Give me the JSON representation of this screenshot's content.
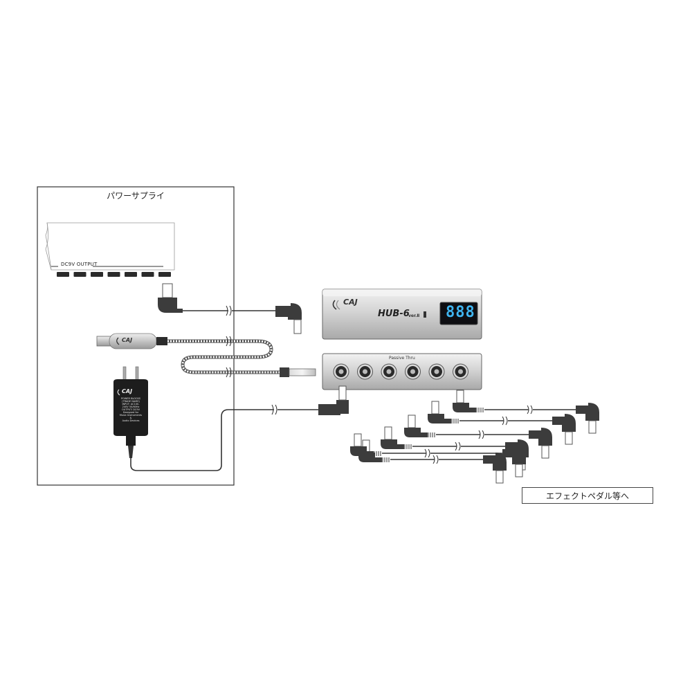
{
  "power_supply": {
    "title": "パワーサプライ",
    "output_label": "DC9V OUTPUT",
    "output_count": 7
  },
  "hub": {
    "brand": "CAJ",
    "model": "HUB-6",
    "version": "ver.Ⅱ",
    "display": "888",
    "display_color": "#3fb4ef",
    "passive_label": "Passive Thru",
    "jack_count": 6
  },
  "usb_cable": {
    "brand": "CAJ"
  },
  "adapter": {
    "brand": "CAJ",
    "text_lines": [
      "POWER BLOCKS",
      "(TRADE NAME)",
      "",
      "INPUT: AC100-240V 50/60Hz",
      "OUTPUT: DC9V",
      "",
      "Designed for",
      "Music Instruments &",
      "Audio Devices"
    ]
  },
  "destination": {
    "label": "エフェクトペダル等へ"
  },
  "colors": {
    "connector": "#4a4a4a",
    "cable": "#333333",
    "device_silver": "#cfcfcf"
  }
}
